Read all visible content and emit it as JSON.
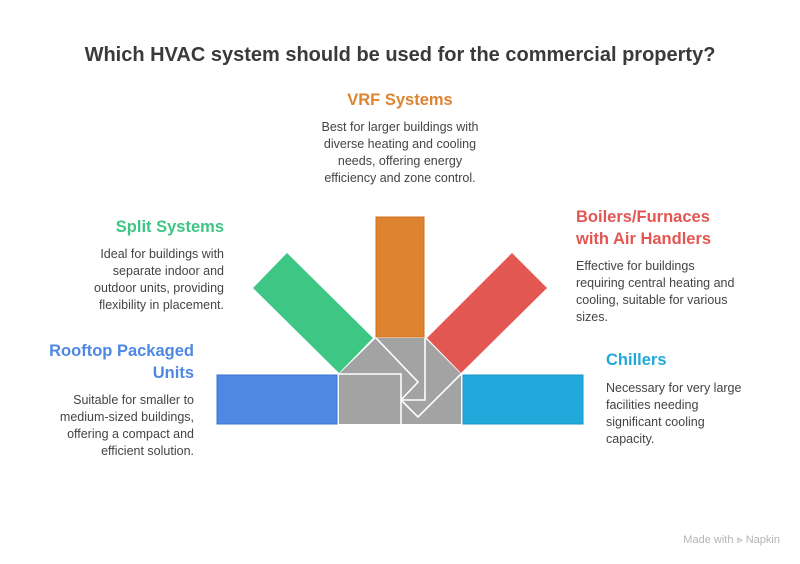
{
  "title": "Which HVAC system should be used for the commercial property?",
  "options": [
    {
      "name": "VRF Systems",
      "desc": "Best for larger buildings with diverse heating and cooling needs, offering energy efficiency and zone control.",
      "color": "#DE8431"
    },
    {
      "name": "Split Systems",
      "desc": "Ideal for buildings with separate indoor and outdoor units, providing flexibility in placement.",
      "color": "#3DC684"
    },
    {
      "name": "Boilers/Furnaces with Air Handlers",
      "desc": "Effective for buildings requiring central heating and cooling, suitable for various sizes.",
      "color": "#E35753"
    },
    {
      "name": "Rooftop Packaged Units",
      "desc": "Suitable for smaller to medium-sized buildings, offering a compact and efficient solution.",
      "color": "#4E88E3"
    },
    {
      "name": "Chillers",
      "desc": "Necessary for very large facilities needing significant cooling capacity.",
      "color": "#22A9DB"
    }
  ],
  "footer": "Made with ⪢ Napkin"
}
